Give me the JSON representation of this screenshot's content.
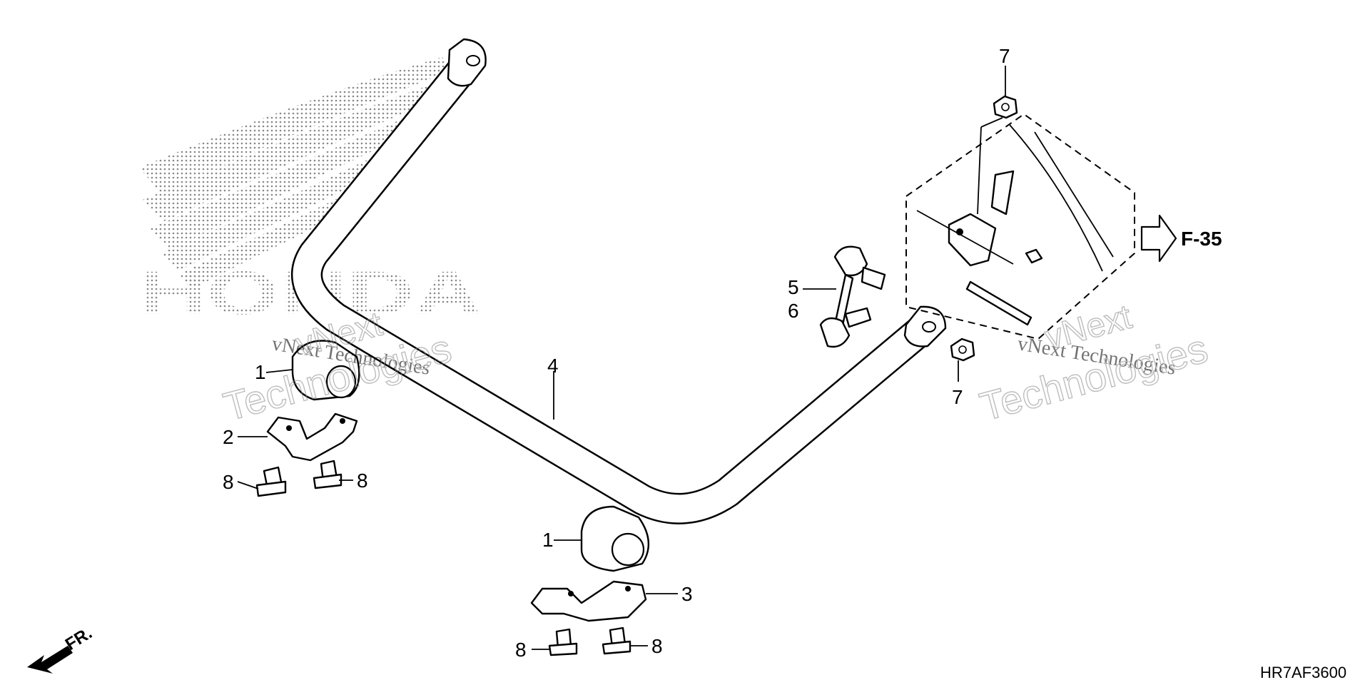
{
  "diagram": {
    "brand_logo": "HONDA",
    "diagram_code": "HR7AF3600",
    "reference": "F-35",
    "front_indicator": "FR.",
    "watermarks": {
      "left_line1": "vNext Technologies",
      "left_line2": "Technologies",
      "left_line3": "vNext",
      "right_line1": "vNext Technologies",
      "right_line2": "Technologies",
      "right_line3": "vNext"
    },
    "callouts": {
      "c1_upper": "1",
      "c1_lower": "1",
      "c2": "2",
      "c3": "3",
      "c4": "4",
      "c5": "5",
      "c6": "6",
      "c7_top": "7",
      "c7_bottom": "7",
      "c8_a": "8",
      "c8_b": "8",
      "c8_c": "8",
      "c8_d": "8"
    },
    "icons": [
      "honda-wing-logo",
      "front-arrow-icon",
      "reference-arrow-icon"
    ]
  }
}
